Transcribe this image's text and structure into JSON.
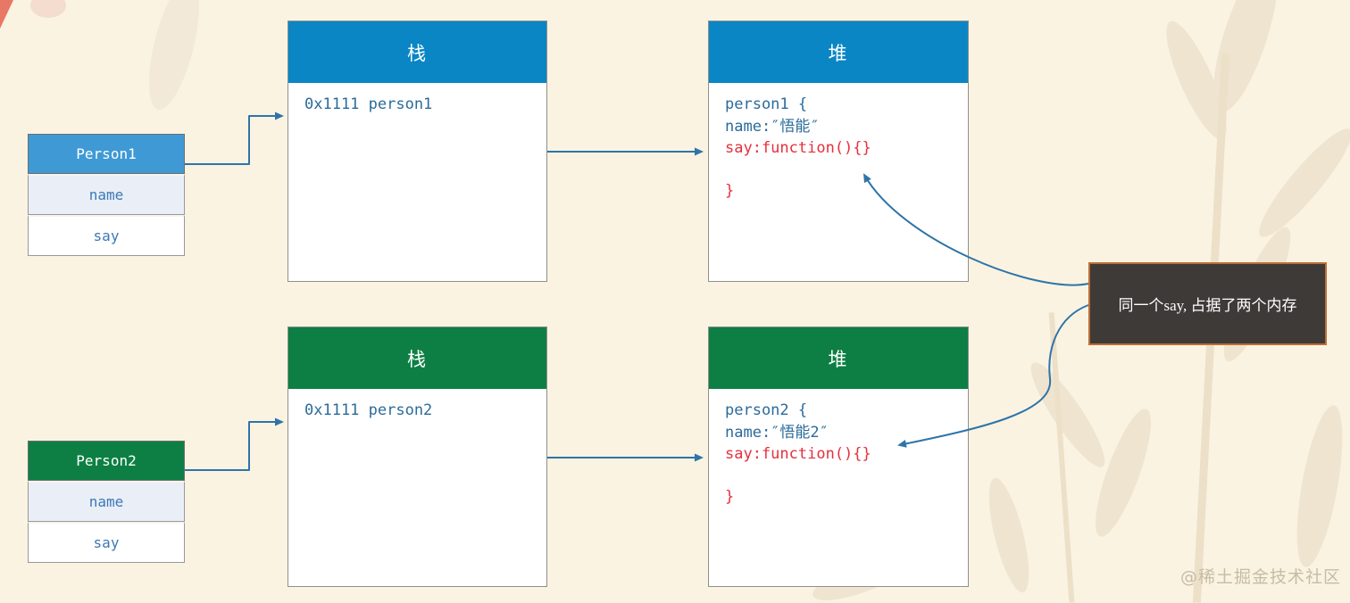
{
  "colors": {
    "background": "#faf3e2",
    "stack_heap_blue_header": "#0a86c5",
    "stack_heap_green_header": "#0d7f44",
    "person1_header_blue": "#3f99d5",
    "row_highlight": "#e9eef7",
    "code_blue": "#2b6b99",
    "code_red": "#e5303c",
    "arrow_blue": "#2e74a8",
    "annotation_background": "#3e3a38",
    "annotation_border": "#bc6d35",
    "watermark_text": "#c7bca4"
  },
  "groups": [
    {
      "table": {
        "title": "Person1",
        "rows": [
          "name",
          "say"
        ]
      },
      "stack": {
        "header": "栈",
        "entry": "0x1111 person1"
      },
      "heap": {
        "header": "堆",
        "line1": "person1 {",
        "line2": "name:″悟能″",
        "line3": "say:function(){}",
        "line4": "}"
      }
    },
    {
      "table": {
        "title": "Person2",
        "rows": [
          "name",
          "say"
        ]
      },
      "stack": {
        "header": "栈",
        "entry": "0x1111 person2"
      },
      "heap": {
        "header": "堆",
        "line1": "person2 {",
        "line2": "name:″悟能2″",
        "line3": "say:function(){}",
        "line4": "}"
      }
    }
  ],
  "annotation": {
    "text": "同一个say, 占据了两个内存"
  },
  "watermark": {
    "text": "@稀土掘金技术社区"
  }
}
